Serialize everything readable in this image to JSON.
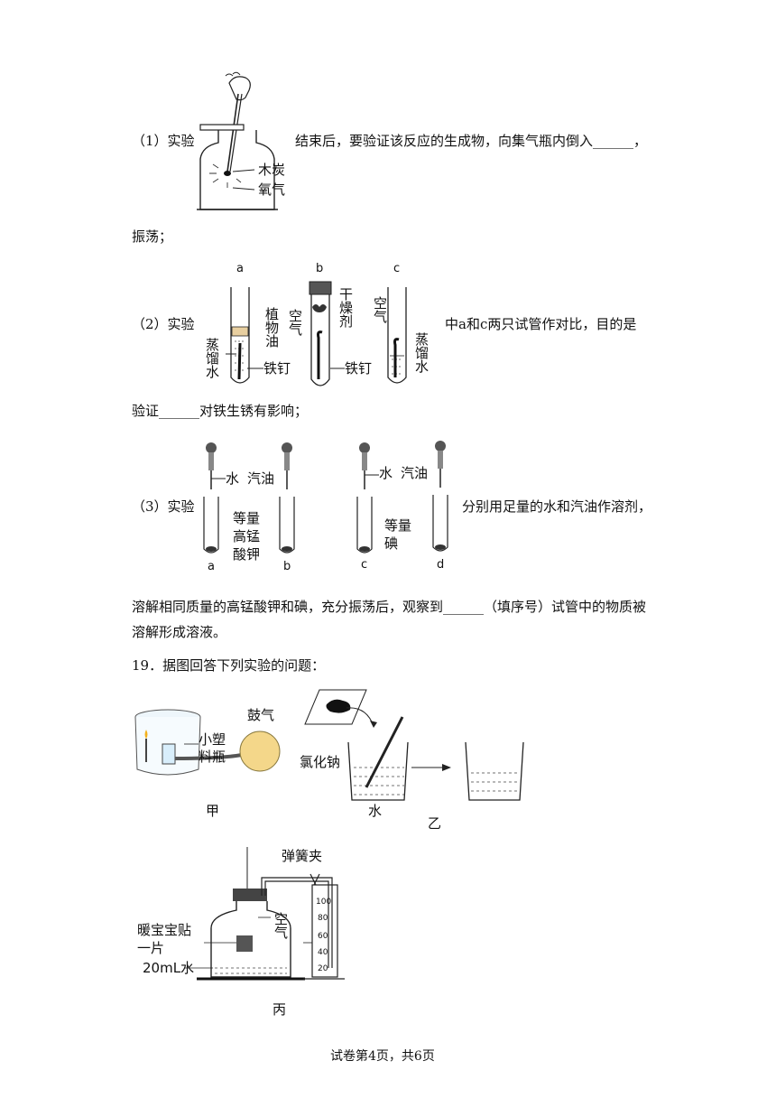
{
  "q1": {
    "prefix": "（1）实验",
    "suffix": "结束后，要验证该反应的生成物，向集气瓶内倒入______，",
    "cont": "振荡；",
    "fig": {
      "label_charcoal": "木炭",
      "label_oxygen": "氧气"
    }
  },
  "q2": {
    "prefix": "（2）实验",
    "suffix": "中a和c两只试管作对比，目的是",
    "cont": "验证______对铁生锈有影响；",
    "fig": {
      "tube_a": "a",
      "tube_b": "b",
      "tube_c": "c",
      "veg_oil": "植物油",
      "distilled_water_a": "蒸馏水",
      "nail_a": "铁钉",
      "air_b": "空气",
      "desiccant": "干燥剂",
      "nail_b": "铁钉",
      "air_c": "空气",
      "distilled_water_c": "蒸馏水"
    }
  },
  "q3": {
    "prefix": "（3）实验",
    "suffix": "分别用足量的水和汽油作溶剂，",
    "cont1": "溶解相同质量的高锰酸钾和碘，充分振荡后，观察到______（填序号）试管中的物质被",
    "cont2": "溶解形成溶液。",
    "fig": {
      "water_1": "水",
      "gasoline_1": "汽油",
      "equal_kmno4": "等量高锰酸钾",
      "tube_a": "a",
      "tube_b": "b",
      "water_2": "水",
      "gasoline_2": "汽油",
      "equal_iodine": "等量碘",
      "tube_c": "c",
      "tube_d": "d"
    }
  },
  "q19": {
    "title": "19．据图回答下列实验的问题：",
    "fig_jia": {
      "small_bottle": "小塑料瓶",
      "blow": "鼓气",
      "caption": "甲"
    },
    "fig_yi": {
      "nacl": "氯化钠",
      "water": "水",
      "caption": "乙"
    },
    "fig_bing": {
      "spring_clip": "弹簧夹",
      "hand_warmer": "暖宝宝贴一片",
      "air": "空气",
      "water": "20mL水",
      "scale": [
        "100",
        "80",
        "60",
        "40",
        "20"
      ],
      "caption": "丙"
    }
  },
  "footer": "试卷第4页，共6页"
}
